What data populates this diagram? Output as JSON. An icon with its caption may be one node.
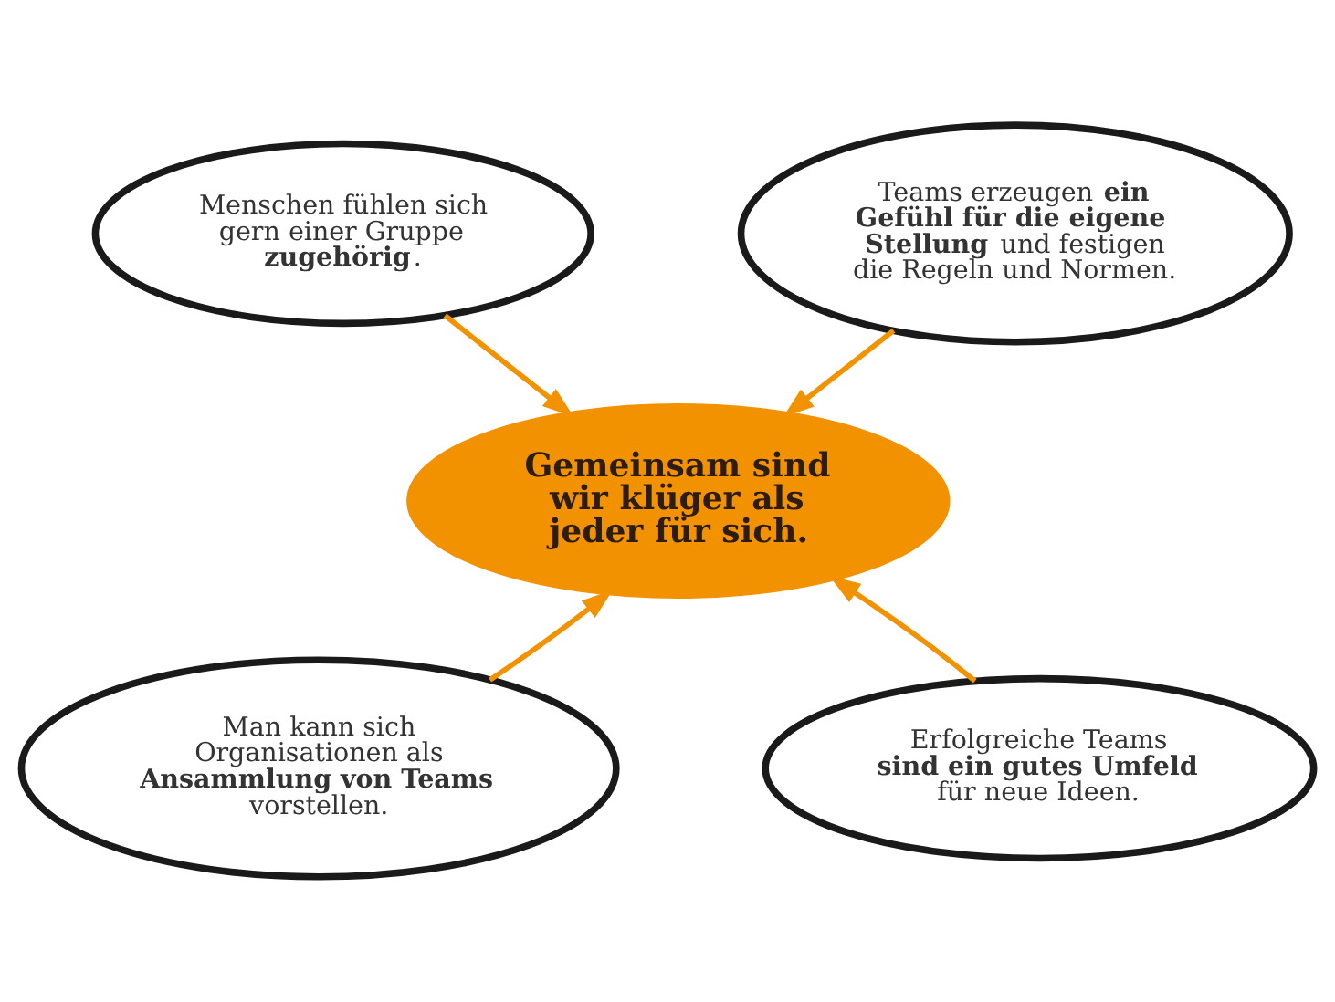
{
  "diagram": {
    "nodes": [
      {
        "text": [
          "Menschen fühlen sich gern einer Gruppe **zugehörig**."
        ]
      },
      {
        "text": [
          "Teams erzeugen **ein Gefühl für die eigene Stellung** und festigen die Regeln und Normen."
        ]
      },
      {
        "text": [
          "Gemeinsam sind wir klüger als jeder für sich."
        ]
      },
      {
        "text": [
          "Man kann sich Organisationen als **Ansammlung von Teams** vorstellen."
        ]
      },
      {
        "text": [
          "Erfolgreiche Teams **sind ein gutes Umfeld** für neue Ideen."
        ]
      }
    ],
    "edges": [
      {
        "from": 0,
        "to": 2,
        "arrow": "to"
      },
      {
        "from": 1,
        "to": 2,
        "arrow": "to"
      },
      {
        "from": 3,
        "to": 2,
        "arrow": "to"
      },
      {
        "from": 4,
        "to": 2,
        "arrow": "to"
      }
    ]
  }
}
